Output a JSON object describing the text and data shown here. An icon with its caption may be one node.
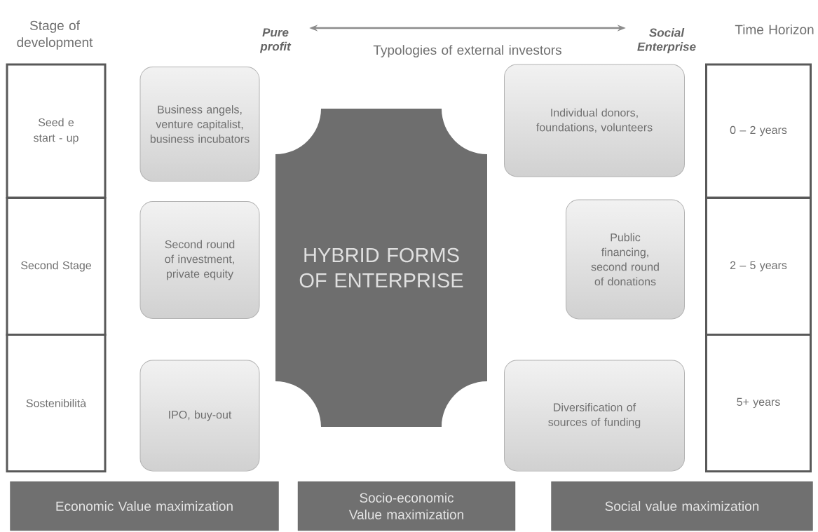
{
  "diagram": {
    "nodes": [
      {
        "text": [
          "Pure profit"
        ]
      },
      {
        "text": [
          "Social Enterprise"
        ]
      },
      {
        "text": [
          "Seed e start - up"
        ]
      },
      {
        "text": [
          "Business angels, venture capitalist, business incubators"
        ]
      },
      {
        "text": [
          "Individual donors, foundations, volunteers"
        ]
      },
      {
        "text": [
          "0 – 2 years"
        ]
      },
      {
        "text": [
          "Second Stage"
        ]
      },
      {
        "text": [
          "Second round of investment, private equity"
        ]
      },
      {
        "text": [
          "HYBRID FORMS OF ENTERPRISE"
        ]
      },
      {
        "text": [
          "Public financing, second round of donations"
        ]
      },
      {
        "text": [
          "2 – 5 years"
        ]
      },
      {
        "text": [
          "Sostenibilità"
        ]
      },
      {
        "text": [
          "IPO, buy-out"
        ]
      },
      {
        "text": [
          "Diversification of sources of funding"
        ]
      },
      {
        "text": [
          "5+ years"
        ]
      },
      {
        "text": [
          "Economic Value maximization"
        ]
      },
      {
        "text": [
          "Socio-economic Value maximization"
        ]
      },
      {
        "text": [
          "Social value maximization"
        ]
      }
    ],
    "edges": [
      {
        "from": 0,
        "to": 1,
        "arrow": "both"
      }
    ],
    "labels": [
      "Stage of development",
      "Typologies of external investors",
      "Time Horizon"
    ]
  }
}
